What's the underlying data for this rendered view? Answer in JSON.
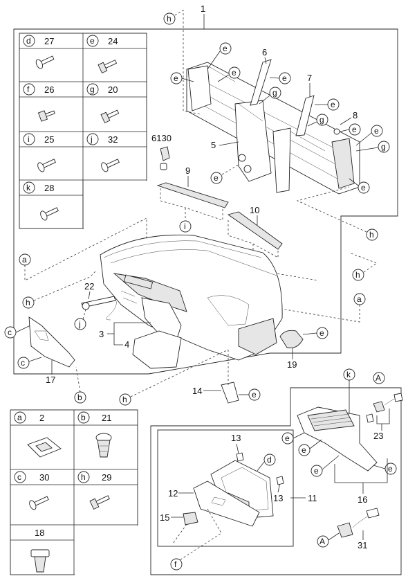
{
  "diagram": {
    "main_label": "1",
    "part_labels": [
      "2",
      "3",
      "4",
      "5",
      "6",
      "7",
      "8",
      "9",
      "10",
      "11",
      "12",
      "13",
      "13",
      "14",
      "15",
      "16",
      "17",
      "18",
      "19",
      "21",
      "22",
      "23",
      "6130",
      "31"
    ],
    "fastener_table_top": [
      {
        "letter": "d",
        "number": "27"
      },
      {
        "letter": "e",
        "number": "24"
      },
      {
        "letter": "f",
        "number": "26"
      },
      {
        "letter": "g",
        "number": "20"
      },
      {
        "letter": "i",
        "number": "25"
      },
      {
        "letter": "j",
        "number": "32"
      },
      {
        "letter": "k",
        "number": "28"
      }
    ],
    "fastener_table_bottom": [
      {
        "letter": "a",
        "number": "2"
      },
      {
        "letter": "b",
        "number": "21"
      },
      {
        "letter": "c",
        "number": "30"
      },
      {
        "letter": "h",
        "number": "29"
      },
      {
        "letter": "",
        "number": "18"
      }
    ],
    "callout_letters": [
      "a",
      "b",
      "c",
      "d",
      "e",
      "f",
      "g",
      "h",
      "i",
      "j",
      "k",
      "A"
    ]
  }
}
